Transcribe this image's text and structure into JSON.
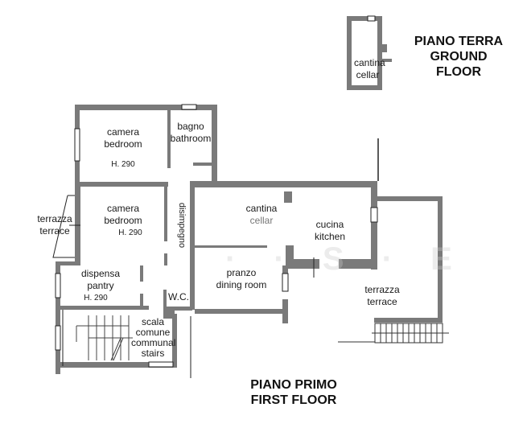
{
  "ground_floor": {
    "title_it": "PIANO TERRA",
    "title_en_1": "GROUND",
    "title_en_2": "FLOOR",
    "rooms": [
      {
        "it": "cantina",
        "en": "cellar"
      }
    ]
  },
  "first_floor": {
    "title_it": "PIANO PRIMO",
    "title_en": "FIRST FLOOR",
    "rooms": [
      {
        "it": "camera",
        "en": "bedroom",
        "height": "H. 290"
      },
      {
        "it": "bagno",
        "en": "bathroom"
      },
      {
        "it": "camera",
        "en": "bedroom",
        "height": "H. 290"
      },
      {
        "it": "terrazza",
        "en": "terrace"
      },
      {
        "it": "disimpegno"
      },
      {
        "it": "cantina",
        "en": "cellar"
      },
      {
        "it": "cucina",
        "en": "kitchen"
      },
      {
        "it": "dispensa",
        "en": "pantry",
        "height": "H. 290"
      },
      {
        "it": "pranzo",
        "en": "dining room"
      },
      {
        "it": "W.C."
      },
      {
        "it": "scala",
        "en": "comune",
        "en2": "communal",
        "en3": "stairs"
      },
      {
        "it": "terrazza",
        "en": "terrace"
      }
    ]
  },
  "colors": {
    "wall": "#7a7a7a",
    "line": "#222222"
  }
}
